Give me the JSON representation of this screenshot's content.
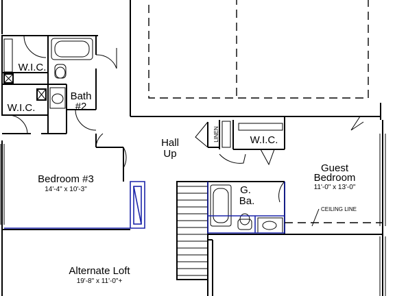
{
  "rooms": {
    "wic_top": "W.I.C.",
    "wic_left": "W.I.C.",
    "bath2_line1": "Bath",
    "bath2_line2": "#2",
    "hall_line1": "Hall",
    "hall_line2": "Up",
    "linen": "LINEN",
    "wic_right": "W.I.C.",
    "bedroom3_name": "Bedroom #3",
    "bedroom3_dim": "14'-4\" x 10'-3\"",
    "guest_line1": "Guest",
    "guest_line2": "Bedroom",
    "guest_dim": "11'-0\" x 13'-0\"",
    "gba_line1": "G.",
    "gba_line2": "Ba.",
    "ceiling_line": "CEILING LINE",
    "loft_name": "Alternate Loft",
    "loft_dim": "19'-8\" x 11'-0\"+"
  }
}
